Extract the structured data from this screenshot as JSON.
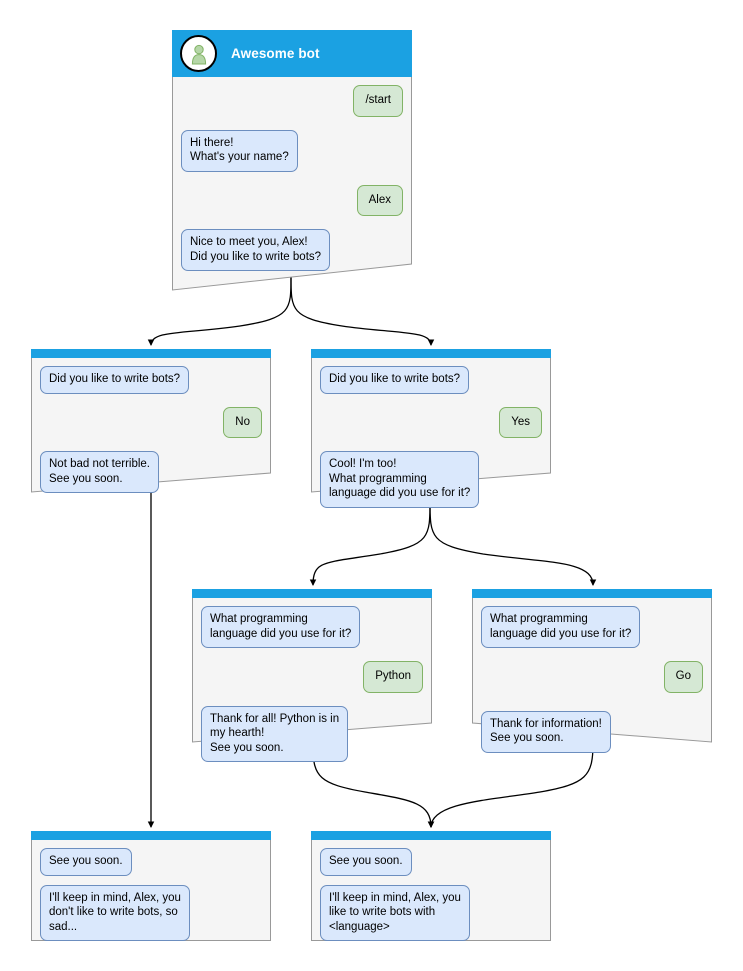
{
  "diagram": {
    "type": "bot-conversation-flow",
    "background": "#ffffff",
    "colors": {
      "header_blue": "#1ba1e2",
      "node_fill": "#f5f5f5",
      "node_stroke": "#999999",
      "bot_bubble_fill": "#dae8fc",
      "bot_bubble_stroke": "#6c8ebf",
      "user_bubble_fill": "#d5e8d4",
      "user_bubble_stroke": "#82b366",
      "edge_stroke": "#000000",
      "avatar_person": "#b5d6a7"
    }
  },
  "nodes": {
    "start": {
      "title": "Awesome bot",
      "avatar_icon": "person-avatar-icon",
      "messages": [
        {
          "role": "user",
          "text": "/start"
        },
        {
          "role": "bot",
          "text": "Hi there!\nWhat's your name?"
        },
        {
          "role": "user",
          "text": "Alex"
        },
        {
          "role": "bot",
          "text": "Nice to meet you, Alex!\nDid you like to write bots?"
        }
      ]
    },
    "answer_no": {
      "messages": [
        {
          "role": "bot",
          "text": "Did you like to write bots?"
        },
        {
          "role": "user",
          "text": "No"
        },
        {
          "role": "bot",
          "text": "Not bad not terrible.\nSee you soon."
        }
      ]
    },
    "answer_yes": {
      "messages": [
        {
          "role": "bot",
          "text": "Did you like to write bots?"
        },
        {
          "role": "user",
          "text": "Yes"
        },
        {
          "role": "bot",
          "text": "Cool! I'm too!\nWhat programming\nlanguage did you use for it?"
        }
      ]
    },
    "lang_python": {
      "messages": [
        {
          "role": "bot",
          "text": "What programming\nlanguage did you use for it?"
        },
        {
          "role": "user",
          "text": "Python"
        },
        {
          "role": "bot",
          "text": "Thank for all! Python is in\nmy hearth!\nSee you soon."
        }
      ]
    },
    "lang_go": {
      "messages": [
        {
          "role": "bot",
          "text": "What programming\nlanguage did you use for it?"
        },
        {
          "role": "user",
          "text": "Go"
        },
        {
          "role": "bot",
          "text": "Thank for information!\nSee you soon."
        }
      ]
    },
    "end_sad": {
      "messages": [
        {
          "role": "bot",
          "text": "See you soon."
        },
        {
          "role": "bot",
          "text": "I'll keep in mind, Alex, you\ndon't like to write bots, so\nsad..."
        }
      ]
    },
    "end_happy": {
      "messages": [
        {
          "role": "bot",
          "text": "See you soon."
        },
        {
          "role": "bot",
          "text": "I'll keep in mind, Alex, you\nlike to write bots with\n<language>"
        }
      ]
    }
  },
  "edges": [
    {
      "from": "start",
      "to": "answer_no"
    },
    {
      "from": "start",
      "to": "answer_yes"
    },
    {
      "from": "answer_no",
      "to": "end_sad"
    },
    {
      "from": "answer_yes",
      "to": "lang_python"
    },
    {
      "from": "answer_yes",
      "to": "lang_go"
    },
    {
      "from": "lang_python",
      "to": "end_happy"
    },
    {
      "from": "lang_go",
      "to": "end_happy"
    }
  ]
}
